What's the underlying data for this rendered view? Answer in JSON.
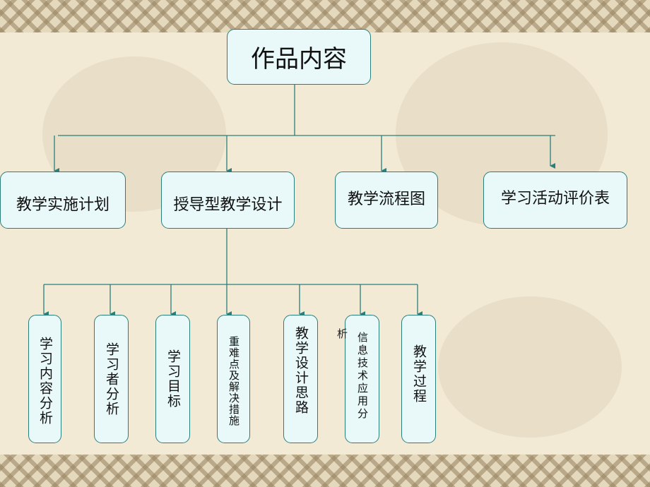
{
  "root": {
    "label": "作品内容"
  },
  "level1": [
    {
      "label": "教学实施计划"
    },
    {
      "label": "授导型教学设计"
    },
    {
      "label": "教学流程图"
    },
    {
      "label": "学习活动评价表"
    }
  ],
  "level2": [
    {
      "label": "学习内容分析"
    },
    {
      "label": "学习者分析"
    },
    {
      "label": "学习目标"
    },
    {
      "label": "重难点及解决措施"
    },
    {
      "label": "教学设计思路"
    },
    {
      "label": "信息技术应用分"
    },
    {
      "label": "教学过程"
    }
  ],
  "stray_text": "析",
  "colors": {
    "line": "#2a7f7a",
    "node_fill": "#e9f8f8",
    "background": "#f3ead6"
  }
}
